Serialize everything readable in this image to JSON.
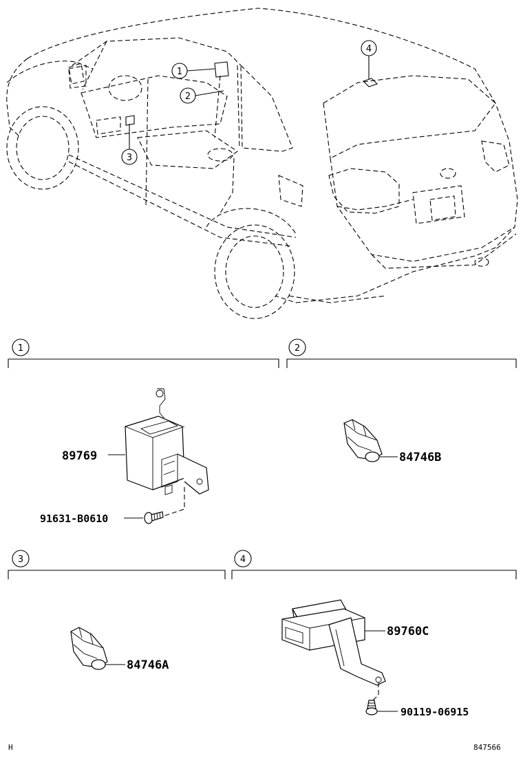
{
  "callouts": [
    "1",
    "2",
    "3",
    "4"
  ],
  "sections": [
    {
      "num": "1",
      "parts": [
        "89769",
        "91631-B0610"
      ]
    },
    {
      "num": "2",
      "parts": [
        "84746B"
      ]
    },
    {
      "num": "3",
      "parts": [
        "84746A"
      ]
    },
    {
      "num": "4",
      "parts": [
        "89760C",
        "90119-06915"
      ]
    }
  ],
  "footer": {
    "left": "H",
    "right": "847566"
  }
}
